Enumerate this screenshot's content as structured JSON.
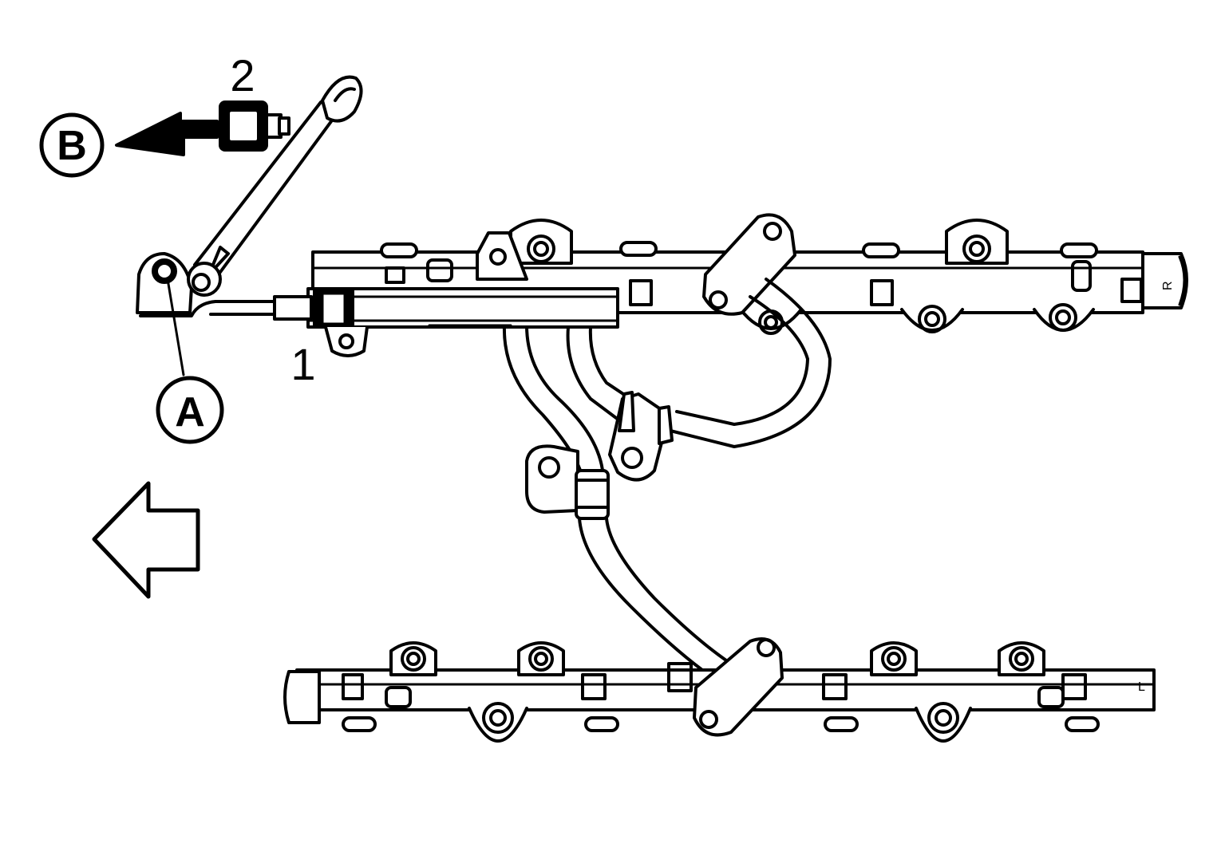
{
  "diagram": {
    "labels": {
      "part_1": "1",
      "part_2": "2"
    },
    "callouts": {
      "a": "A",
      "b": "B"
    },
    "rail_marks": {
      "right": "R",
      "left": "L"
    },
    "colors": {
      "line": "#000000",
      "background": "#ffffff"
    }
  }
}
